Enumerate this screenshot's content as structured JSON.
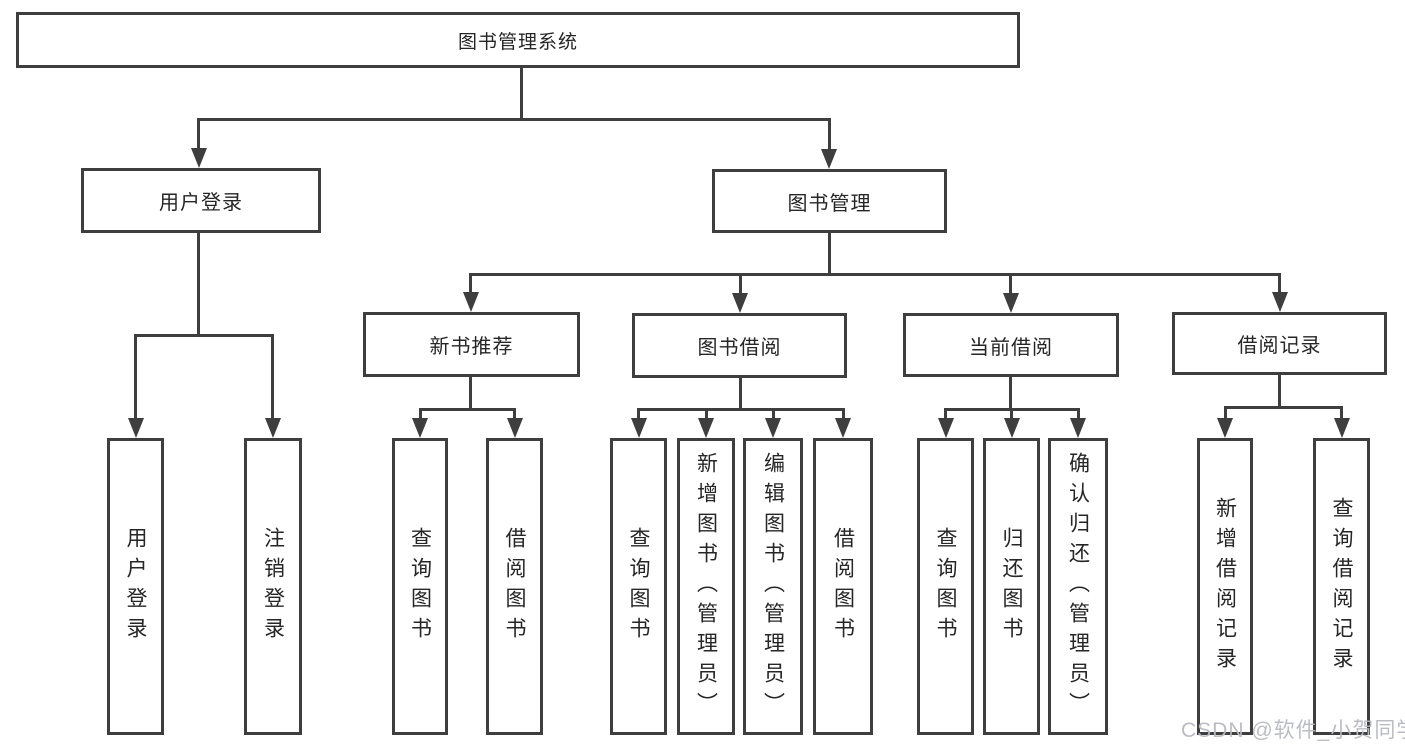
{
  "tree": {
    "label": "图书管理系统",
    "children": [
      {
        "label": "用户登录",
        "children": [
          {
            "label": "用户登录"
          },
          {
            "label": "注销登录"
          }
        ]
      },
      {
        "label": "图书管理",
        "children": [
          {
            "label": "新书推荐",
            "children": [
              {
                "label": "查询图书"
              },
              {
                "label": "借阅图书"
              }
            ]
          },
          {
            "label": "图书借阅",
            "children": [
              {
                "label": "查询图书"
              },
              {
                "label": "新增图书（管理员）"
              },
              {
                "label": "编辑图书（管理员）"
              },
              {
                "label": "借阅图书"
              }
            ]
          },
          {
            "label": "当前借阅",
            "children": [
              {
                "label": "查询图书"
              },
              {
                "label": "归还图书"
              },
              {
                "label": "确认归还（管理员）"
              }
            ]
          },
          {
            "label": "借阅记录",
            "children": [
              {
                "label": "新增借阅记录"
              },
              {
                "label": "查询借阅记录"
              }
            ]
          }
        ]
      }
    ]
  },
  "watermark": {
    "text": "CSDN @软件_小贺同学"
  },
  "colors": {
    "line": "#3e3e3e",
    "box_bg": "#ffffff",
    "text": "#262626",
    "watermark": "#b8bac0"
  }
}
